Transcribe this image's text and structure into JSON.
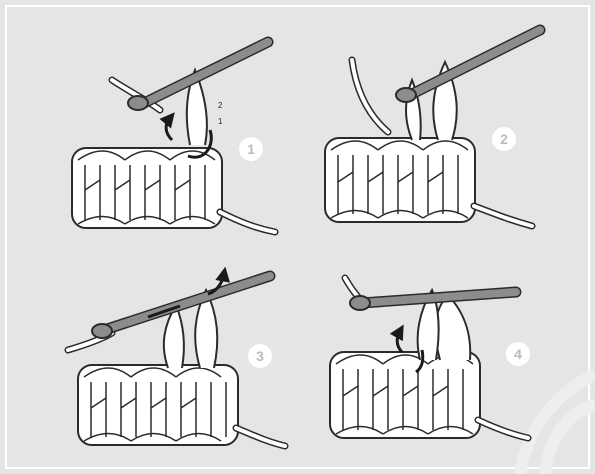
{
  "colors": {
    "background": "#e3e5e7",
    "frame": "#ffffff",
    "yarn_fill": "#ffffff",
    "yarn_outline": "#2b2b2b",
    "hook_fill": "#8c8c8c",
    "arrow": "#1a1a1a",
    "badge_fill": "#ffffff",
    "badge_text": "#b7bcc2"
  },
  "steps": [
    {
      "number": "1",
      "loop_labels": [
        "2",
        "1"
      ]
    },
    {
      "number": "2"
    },
    {
      "number": "3"
    },
    {
      "number": "4"
    }
  ],
  "icons": [
    "crochet-hook-icon",
    "yarn-loop-icon",
    "curved-arrow-icon"
  ]
}
